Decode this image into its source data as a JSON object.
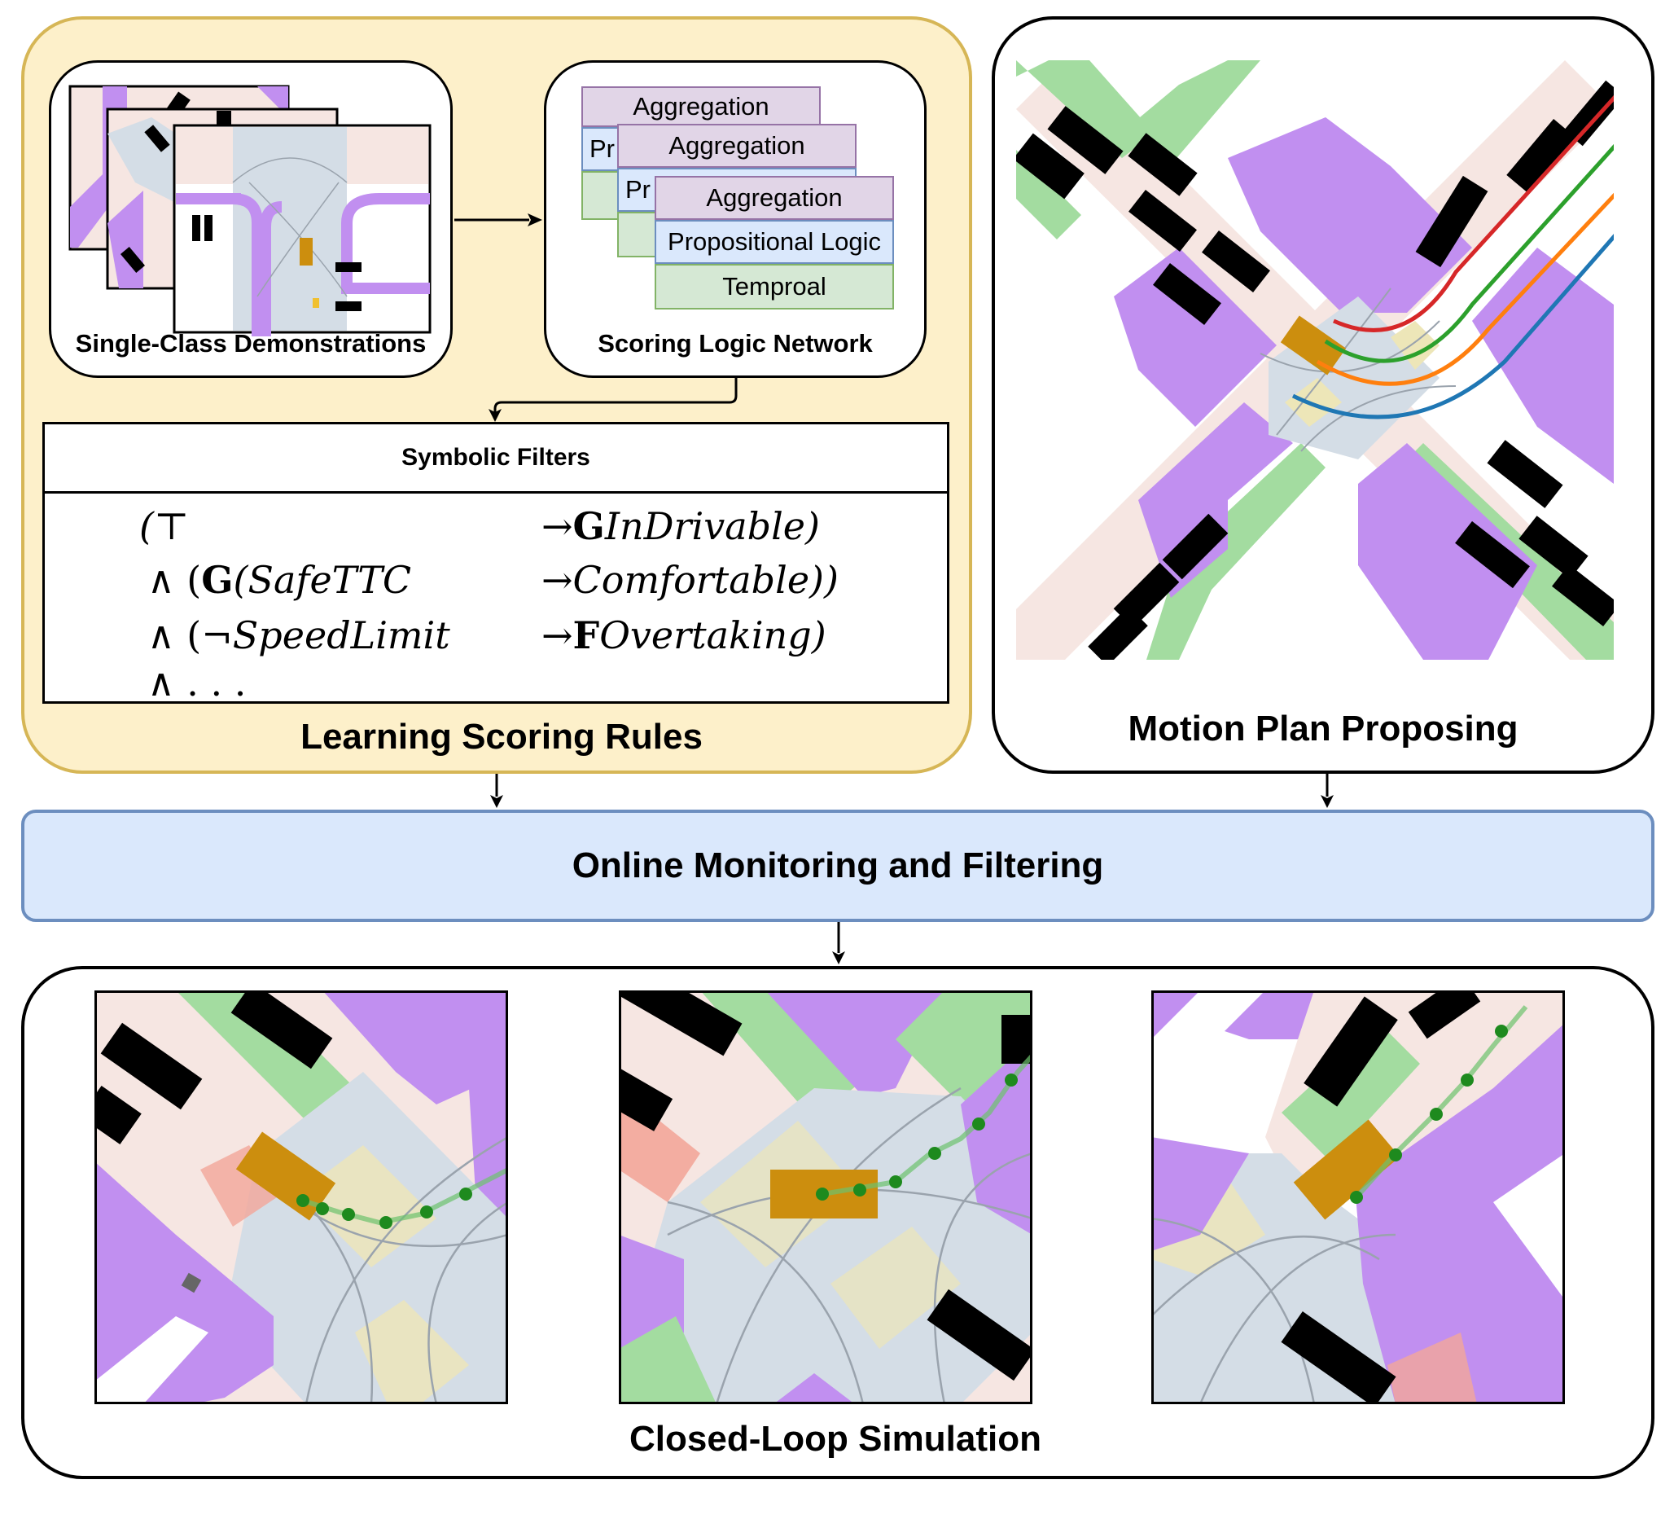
{
  "learning": {
    "title": "Learning Scoring Rules",
    "demos_label": "Single-Class Demonstrations",
    "logic_label": "Scoring Logic Network",
    "stack": {
      "back_top": "Aggregation",
      "back_side": "Pr",
      "mid_top": "Aggregation",
      "mid_side": "Pr",
      "front_aggregation": "Aggregation",
      "front_propositional": "Propositional Logic",
      "front_temporal": "Temproal"
    },
    "filters": {
      "header": "Symbolic Filters",
      "rows": [
        {
          "left_sym": "(⊤",
          "left_bold": "",
          "left_text": "",
          "arrow": "→",
          "right_bold": "G",
          "right_text": "InDrivable)"
        },
        {
          "left_sym": "∧ (",
          "left_bold": "G",
          "left_text": "(SafeTTC",
          "arrow": "→",
          "right_bold": "",
          "right_text": "Comfortable))"
        },
        {
          "left_sym": "∧ (",
          "left_bold": "",
          "left_text": "¬SpeedLimit",
          "arrow": "→",
          "right_bold": "F",
          "right_text": "Overtaking)"
        },
        {
          "left_sym": "∧ . . .",
          "left_bold": "",
          "left_text": "",
          "arrow": "",
          "right_bold": "",
          "right_text": ""
        }
      ]
    }
  },
  "motion": {
    "title": "Motion Plan Proposing",
    "trajectory_colors": [
      "#d62728",
      "#2ca02c",
      "#ff7f0e",
      "#1f77b4"
    ]
  },
  "online": {
    "title": "Online Monitoring and Filtering"
  },
  "closed_loop": {
    "title": "Closed-Loop Simulation"
  },
  "map_colors": {
    "sidewalk": "#c18ff0",
    "green_area": "#a3dca0",
    "road": "#f6e6e2",
    "intersection": "#d4dde6",
    "crosswalk": "#ede6b8",
    "vehicle": "#000000",
    "ego": "#cc8e0e",
    "path_dot": "#1e8a1e"
  }
}
